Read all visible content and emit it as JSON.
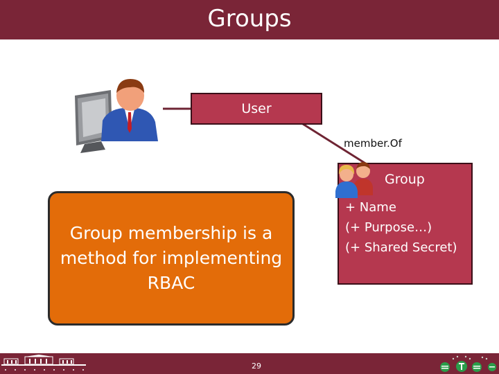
{
  "slide": {
    "title": "Groups",
    "page_number": "29"
  },
  "diagram": {
    "user_box": {
      "label": "User"
    },
    "association": {
      "label": "member.Of"
    },
    "group_box": {
      "label": "Group",
      "attributes": [
        "+ Name",
        "(+ Purpose…)",
        "(+ Shared Secret)"
      ]
    },
    "callout": {
      "text": "Group membership is a method for implementing RBAC"
    }
  },
  "icons": {
    "user": "computer-user-icon",
    "group": "group-people-icon",
    "university_logo": "university-building-logo-icon",
    "department_logo": "department-logo-icon"
  },
  "colors": {
    "title_bar": "#7a2537",
    "box_fill": "#b5384f",
    "box_border": "#3a0f18",
    "callout_fill": "#e36c09",
    "connector": "#6e2433"
  }
}
